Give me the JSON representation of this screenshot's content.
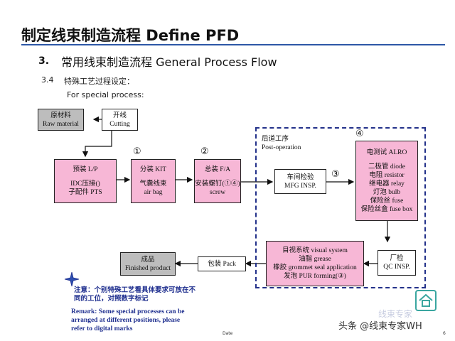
{
  "header": {
    "title": "制定线束制造流程 Define PFD",
    "section_num": "3.",
    "section_title": "常用线束制造流程 General Process Flow",
    "sub_num": "3.4",
    "sub_title": "特殊工艺过程设定：",
    "special": "For special process:"
  },
  "nodes": {
    "raw": {
      "l1": "原材料",
      "l2": "Raw material"
    },
    "cut": {
      "l1": "开线",
      "l2": "Cutting"
    },
    "pre": {
      "l1": "预装 L/P",
      "l2": "IDC压接()",
      "l3": "子配件 PTS"
    },
    "kit": {
      "l1": "分装 KIT",
      "l2": "气囊线束",
      "l3": "air bag"
    },
    "fa": {
      "l1": "总装 F/A",
      "l2": "安装螺钉(①④)",
      "l3": "screw"
    },
    "mfg": {
      "l1": "车间检验",
      "l2": "MFG INSP."
    },
    "alro": {
      "l1": "电测试 ALRO",
      "l2": "二极管 diode",
      "l3": "电阻 resistor",
      "l4": "继电器 relay",
      "l5": "灯泡 bulb",
      "l6": "保险丝 fuse",
      "l7": "保险丝盒 fuse box"
    },
    "qc": {
      "l1": "厂检",
      "l2": "QC INSP."
    },
    "visual": {
      "l1": "目视系统 visual system",
      "l2": "油脂 grease",
      "l3": "橡胶 grommet seal application",
      "l4": "发泡 PUR forming(③)"
    },
    "pack": {
      "l1": "包装 Pack"
    },
    "fin": {
      "l1": "成品",
      "l2": "Finished product"
    }
  },
  "markers": {
    "m1": "①",
    "m2": "②",
    "m3": "③",
    "m4": "④"
  },
  "post_operation": {
    "l1": "后道工序",
    "l2": "Post-operation"
  },
  "note": {
    "cn1": "注意：个别特殊工艺看具体要求可放在不",
    "cn2": "同的工位，对照数字标记",
    "en1": "Remark: Some special processes can be",
    "en2": "arranged at different positions, please",
    "en3": "refer to digital marks"
  },
  "footer": {
    "date": "Date",
    "page": "6",
    "watermark": "头条 @线束专家WH",
    "faint": "线束专家"
  },
  "colors": {
    "pink": "#f7b7d6",
    "gray": "#bdbdbd",
    "dash": "#23318a",
    "rule": "#2d57a6",
    "note": "#1f2f8f"
  }
}
